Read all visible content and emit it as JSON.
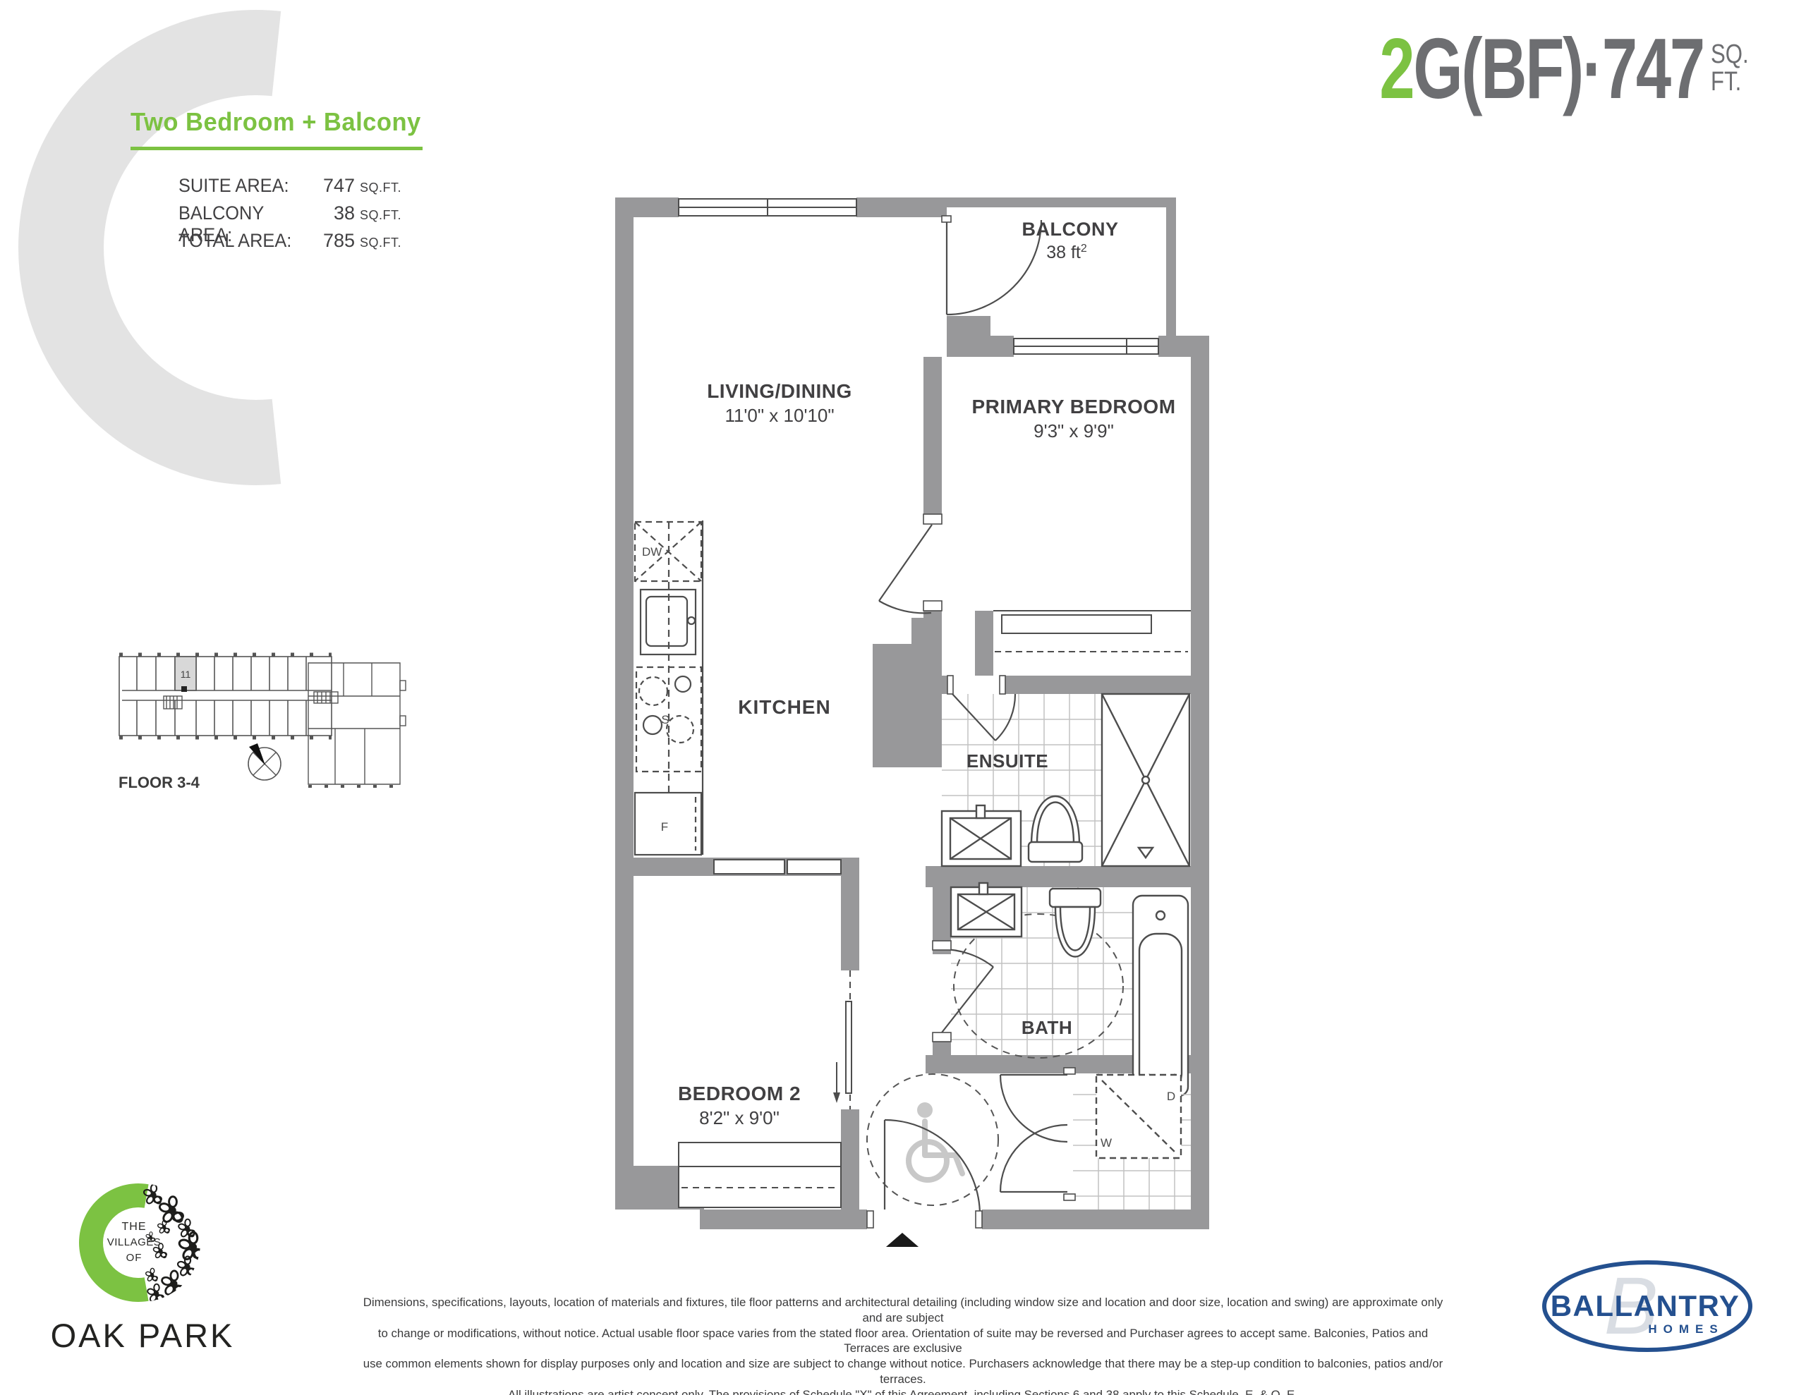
{
  "header": {
    "plan_type": "Two Bedroom + Balcony",
    "unit_code_highlight": "2",
    "unit_code_rest": "G(BF)·747",
    "unit_sq": "SQ.",
    "unit_ft": "FT.",
    "areas": [
      {
        "label": "SUITE AREA:",
        "value": "747",
        "unit": "SQ.FT."
      },
      {
        "label": "BALCONY AREA:",
        "value": "38",
        "unit": "SQ.FT."
      },
      {
        "label": "TOTAL AREA:",
        "value": "785",
        "unit": "SQ.FT."
      }
    ]
  },
  "keyplan": {
    "floor_label": "FLOOR 3-4",
    "highlighted_unit": "11"
  },
  "rooms": {
    "balcony": {
      "name": "BALCONY",
      "dims_value": "38 ft",
      "dims_sup": "2"
    },
    "living": {
      "name": "LIVING/DINING",
      "dims": "11'0\" x 10'10\""
    },
    "primary": {
      "name": "PRIMARY BEDROOM",
      "dims": "9'3\" x 9'9\""
    },
    "kitchen": {
      "name": "KITCHEN"
    },
    "ensuite": {
      "name": "ENSUITE"
    },
    "bath": {
      "name": "BATH"
    },
    "bedroom2": {
      "name": "BEDROOM 2",
      "dims": "8'2\" x 9'0\""
    }
  },
  "fixtures": {
    "dishwasher": "DW",
    "stove": "S",
    "fridge": "F",
    "dryer": "D",
    "washer": "W"
  },
  "footer": {
    "disclaimer_lines": [
      "Dimensions, specifications, layouts, location of materials and fixtures, tile floor patterns and architectural detailing (including window size and location and door size, location and swing) are approximate only and are subject",
      "to change or modifications, without notice. Actual usable floor space varies from the stated floor area. Orientation of suite may be reversed and Purchaser agrees to accept same. Balconies, Patios and Terraces are exclusive",
      "use common elements shown for display purposes only and location and size are subject to change without notice. Purchasers acknowledge that there may be a step-up condition to balconies, patios and/or terraces.",
      "All illustrations are artist concept only. The provisions of Schedule \"X\" of this Agreement, including Sections 6 and 38 apply to this Schedule. E. & O. E."
    ],
    "brand": {
      "the": "THE",
      "villages": "VILLAGES",
      "of": "OF",
      "name": "OAK PARK"
    },
    "builder": {
      "name": "BALLANTRY",
      "sub": "HOMES"
    }
  },
  "colors": {
    "green": "#7cc242",
    "wall_gray": "#98989a",
    "navy": "#24508f",
    "text": "#414042"
  }
}
